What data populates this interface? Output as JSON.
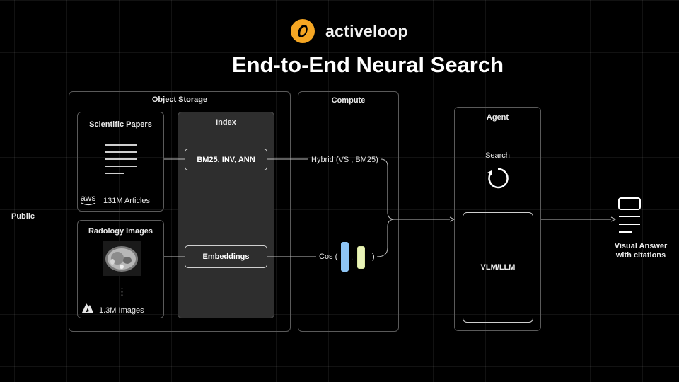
{
  "brand": {
    "name": "activeloop",
    "accent": "#f5a623"
  },
  "title": "End-to-End Neural Search",
  "left_label": "Public",
  "object_storage": {
    "title": "Object Storage",
    "papers": {
      "title": "Scientific Papers",
      "provider_icon": "aws-logo",
      "provider_text": "aws",
      "count": "131M Articles"
    },
    "radiology": {
      "title": "Radology Images",
      "more": "⋮",
      "provider_icon": "azure-logo",
      "count": "1.3M Images"
    },
    "index": {
      "title": "Index",
      "items": [
        "BM25, INV, ANN",
        "Embeddings"
      ]
    }
  },
  "compute": {
    "title": "Compute",
    "hybrid": "Hybrid (VS , BM25)",
    "cos_open": "Cos (",
    "cos_sep": ",",
    "cos_close": ")",
    "vector_colors": [
      "#8ec5f5",
      "#e9f3b8"
    ]
  },
  "agent": {
    "title": "Agent",
    "search": "Search",
    "model": "VLM/LLM"
  },
  "output": {
    "line1": "Visual Answer",
    "line2": "with citations"
  }
}
